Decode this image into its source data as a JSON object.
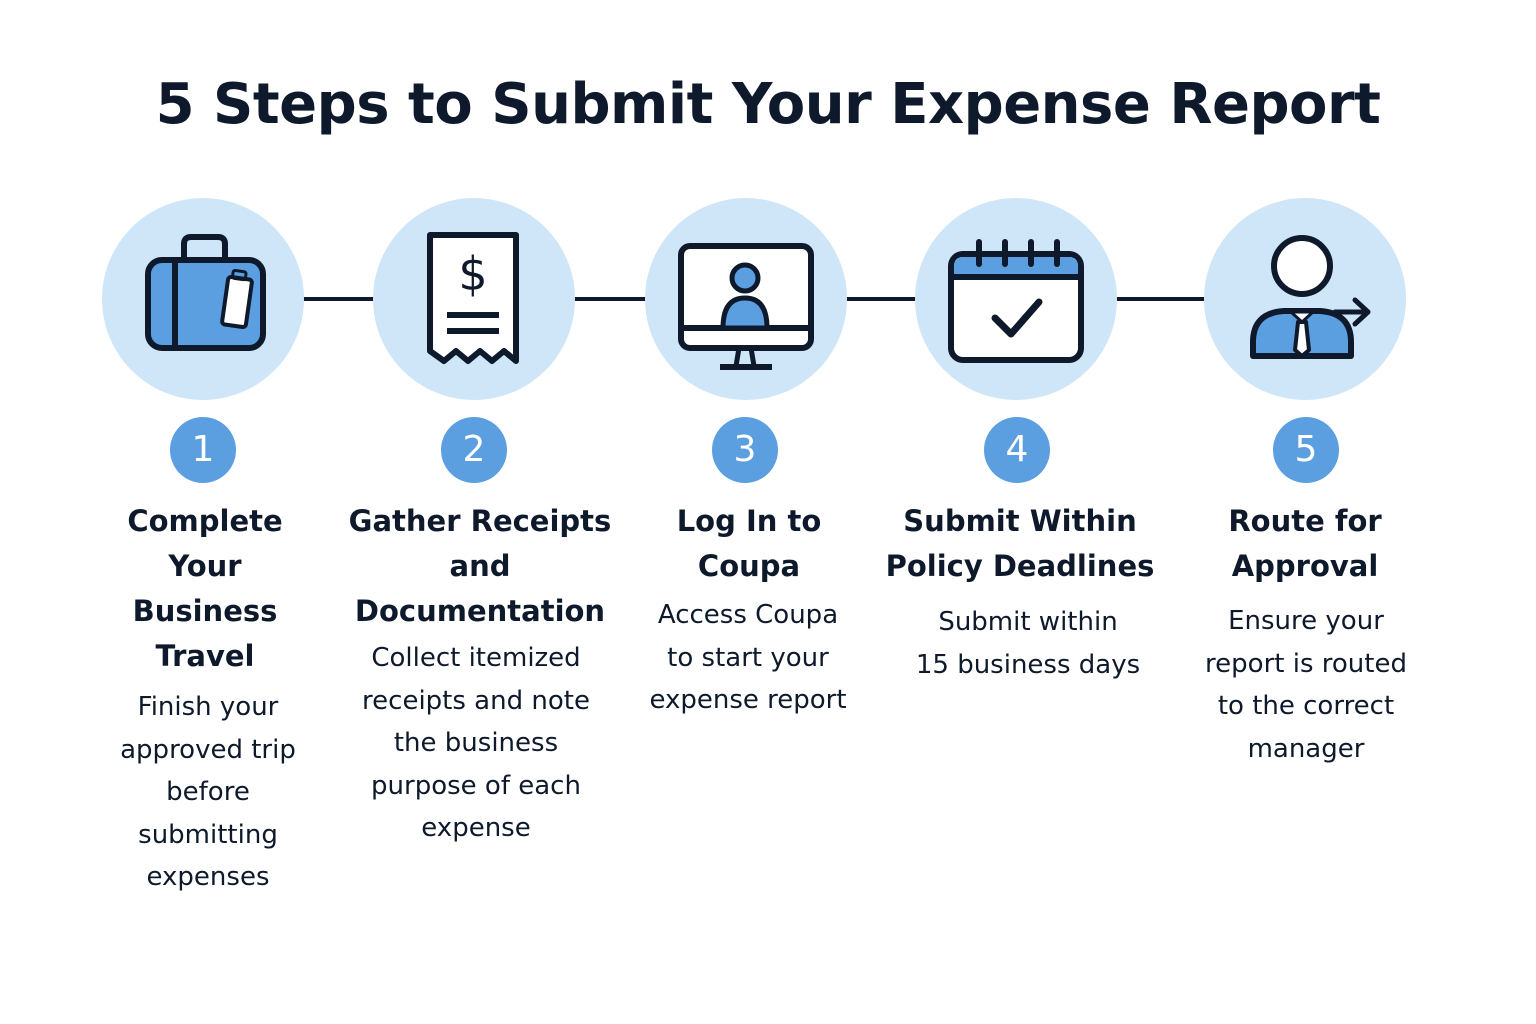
{
  "title": "5 Steps to Submit Your Expense Report",
  "colors": {
    "circle_background": "#cfe6f8",
    "icon_fill": "#5b9fe0",
    "badge_background": "#5b9fe0",
    "text": "#0e1a2b"
  },
  "steps": [
    {
      "number": "1",
      "icon": "briefcase-icon",
      "title_lines": [
        "Complete",
        "Your",
        "Business",
        "Travel"
      ],
      "desc_lines": [
        "Finish your",
        "approved trip",
        "before",
        "submitting",
        "expenses"
      ]
    },
    {
      "number": "2",
      "icon": "receipt-icon",
      "title_lines": [
        "Gather Receipts",
        "and",
        "Documentation"
      ],
      "desc_lines": [
        "Collect itemized",
        "receipts and note",
        "the business",
        "purpose of each",
        "expense"
      ]
    },
    {
      "number": "3",
      "icon": "monitor-user-icon",
      "title_lines": [
        "Log In to",
        "Coupa"
      ],
      "desc_lines": [
        "Access Coupa",
        "to start your",
        "expense report"
      ]
    },
    {
      "number": "4",
      "icon": "calendar-check-icon",
      "title_lines": [
        "Submit Within",
        "Policy Deadlines"
      ],
      "desc_lines": [
        "Submit within",
        "15 business days"
      ]
    },
    {
      "number": "5",
      "icon": "manager-route-icon",
      "title_lines": [
        "Route for",
        "Approval"
      ],
      "desc_lines": [
        "Ensure your",
        "report is routed",
        "to the correct",
        "manager"
      ]
    }
  ]
}
